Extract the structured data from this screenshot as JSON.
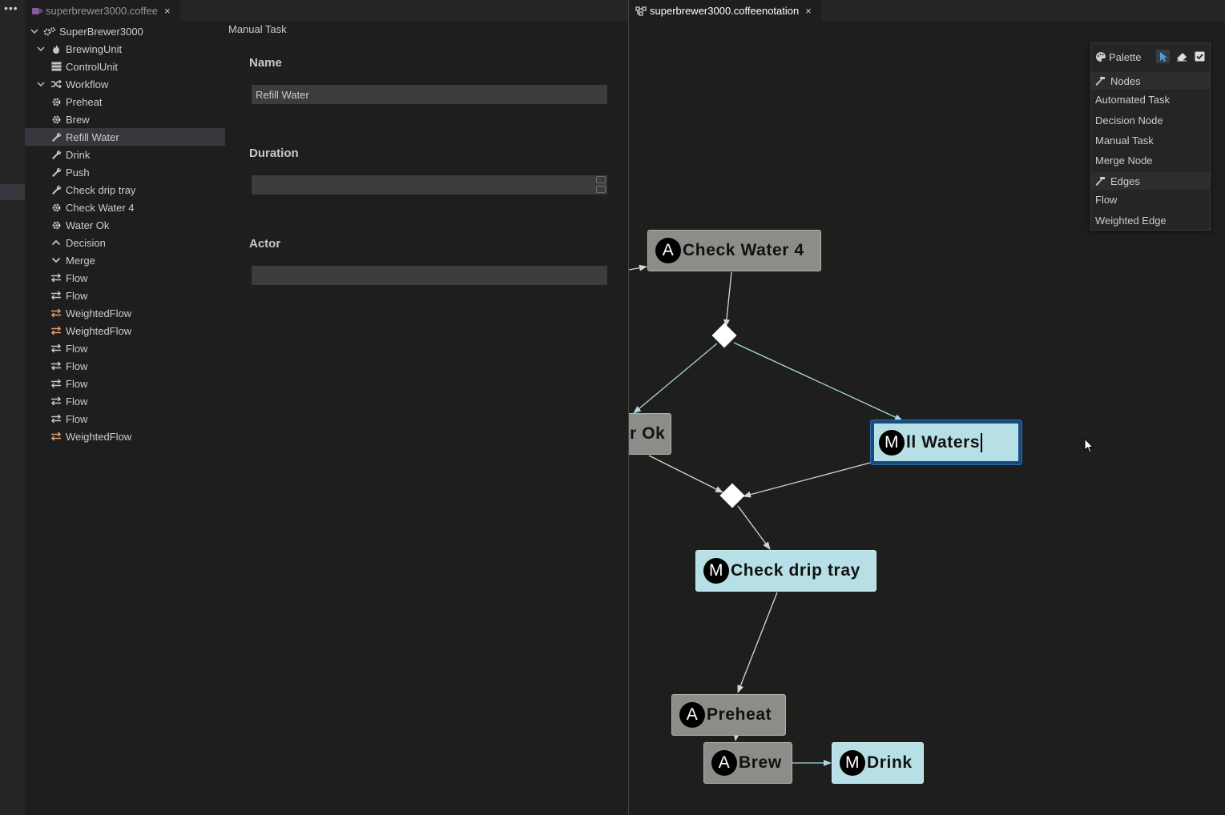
{
  "activity": {
    "more": "•••"
  },
  "left_tab": {
    "label": "superbrewer3000.coffee",
    "close": "×"
  },
  "right_tab": {
    "label": "superbrewer3000.coffeenotation",
    "close": "×"
  },
  "tree": {
    "items": [
      {
        "label": "SuperBrewer3000",
        "icon": "gears-icon"
      },
      {
        "label": "BrewingUnit",
        "icon": "flame-icon"
      },
      {
        "label": "ControlUnit",
        "icon": "server-icon"
      },
      {
        "label": "Workflow",
        "icon": "shuffle-icon"
      },
      {
        "label": "Preheat",
        "icon": "gear-icon"
      },
      {
        "label": "Brew",
        "icon": "gear-icon"
      },
      {
        "label": "Refill Water",
        "icon": "wrench-icon"
      },
      {
        "label": "Drink",
        "icon": "wrench-icon"
      },
      {
        "label": "Push",
        "icon": "wrench-icon"
      },
      {
        "label": "Check drip tray",
        "icon": "wrench-icon"
      },
      {
        "label": "Check Water 4",
        "icon": "gear-icon"
      },
      {
        "label": "Water Ok",
        "icon": "gear-icon"
      },
      {
        "label": "Decision",
        "icon": "caret-up-icon"
      },
      {
        "label": "Merge",
        "icon": "caret-down-icon"
      },
      {
        "label": "Flow",
        "icon": "exchange-icon"
      },
      {
        "label": "Flow",
        "icon": "exchange-icon"
      },
      {
        "label": "WeightedFlow",
        "icon": "exchange-weighted-icon"
      },
      {
        "label": "WeightedFlow",
        "icon": "exchange-weighted-icon"
      },
      {
        "label": "Flow",
        "icon": "exchange-icon"
      },
      {
        "label": "Flow",
        "icon": "exchange-icon"
      },
      {
        "label": "Flow",
        "icon": "exchange-icon"
      },
      {
        "label": "Flow",
        "icon": "exchange-icon"
      },
      {
        "label": "Flow",
        "icon": "exchange-icon"
      },
      {
        "label": "WeightedFlow",
        "icon": "exchange-weighted-icon"
      }
    ]
  },
  "properties": {
    "title": "Manual Task",
    "name_label": "Name",
    "name_value": "Refill Water",
    "duration_label": "Duration",
    "duration_value": "",
    "actor_label": "Actor",
    "actor_value": ""
  },
  "diagram": {
    "nodes": {
      "check_water": {
        "badge": "A",
        "label": "Check Water 4"
      },
      "water_ok": {
        "label": "r Ok"
      },
      "refill": {
        "badge": "M",
        "label": "ll Waters"
      },
      "drip": {
        "badge": "M",
        "label": "Check drip tray"
      },
      "preheat": {
        "badge": "A",
        "label": "Preheat"
      },
      "brew": {
        "badge": "A",
        "label": "Brew"
      },
      "drink": {
        "badge": "M",
        "label": "Drink"
      }
    }
  },
  "palette": {
    "title": "Palette",
    "nodes_group": "Nodes",
    "node_items": [
      "Automated Task",
      "Decision Node",
      "Manual Task",
      "Merge Node"
    ],
    "edges_group": "Edges",
    "edge_items": [
      "Flow",
      "Weighted Edge"
    ]
  },
  "colors": {
    "automated_node": "#8c8c89",
    "manual_node": "#b7dfe6",
    "edge": "#a8d8e6",
    "weighted_icon": "#e0a070",
    "selection": "#1a4a7c"
  }
}
